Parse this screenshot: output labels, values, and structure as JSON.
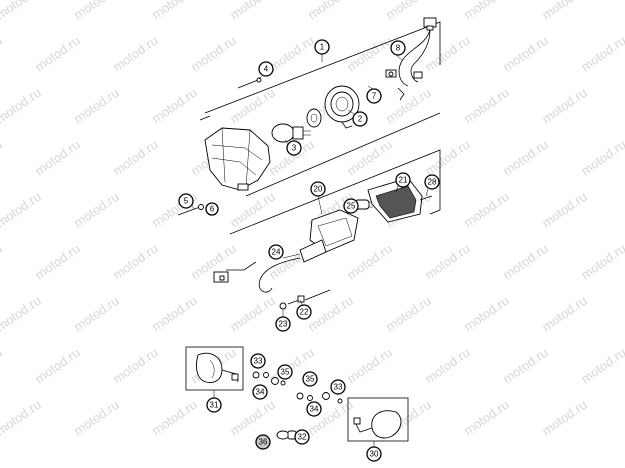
{
  "watermark": {
    "text": "motod.ru",
    "color": "#d7d7d7"
  },
  "callouts": [
    {
      "id": "1",
      "label": "1"
    },
    {
      "id": "2",
      "label": "2"
    },
    {
      "id": "3",
      "label": "3"
    },
    {
      "id": "4",
      "label": "4"
    },
    {
      "id": "5",
      "label": "5"
    },
    {
      "id": "6",
      "label": "6"
    },
    {
      "id": "7",
      "label": "7"
    },
    {
      "id": "8",
      "label": "8"
    },
    {
      "id": "20",
      "label": "20"
    },
    {
      "id": "21",
      "label": "21"
    },
    {
      "id": "22",
      "label": "22"
    },
    {
      "id": "23",
      "label": "23"
    },
    {
      "id": "24",
      "label": "24"
    },
    {
      "id": "25",
      "label": "25"
    },
    {
      "id": "28",
      "label": "28"
    },
    {
      "id": "30",
      "label": "30"
    },
    {
      "id": "31",
      "label": "31"
    },
    {
      "id": "32",
      "label": "32"
    },
    {
      "id": "33a",
      "label": "33"
    },
    {
      "id": "33b",
      "label": "33"
    },
    {
      "id": "34a",
      "label": "34"
    },
    {
      "id": "34b",
      "label": "34"
    },
    {
      "id": "35a",
      "label": "35"
    },
    {
      "id": "35b",
      "label": "35"
    },
    {
      "id": "36",
      "label": "36"
    }
  ]
}
